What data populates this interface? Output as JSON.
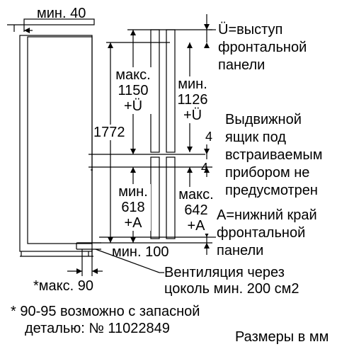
{
  "labels": {
    "min40": "мин. 40",
    "u_line1": "Ü=выступ",
    "u_line2": "фронтальной",
    "u_line3": "панели",
    "max1150_1": "макс.",
    "max1150_2": "1150",
    "max1150_3": "+Ü",
    "min1126_1": "мин.",
    "min1126_2": "1126",
    "min1126_3": "+Ü",
    "h1772": "1772",
    "drawer_1": "Выдвижной",
    "drawer_2": "ящик под",
    "drawer_3": "встраиваемым",
    "drawer_4": "прибором не",
    "drawer_5": "предусмотрен",
    "four_a": "4",
    "four_b": "4",
    "min618_1": "мин.",
    "min618_2": "618",
    "min618_3": "+A",
    "max642_1": "макс.",
    "max642_2": "642",
    "max642_3": "+A",
    "a_line1": "A=нижний край",
    "a_line2": "фронтальной",
    "a_line3": "панели",
    "min100": "мин. 100",
    "vent_1": "Вентиляция через",
    "vent_2": "цоколь мин. 200 см2",
    "max90": "*макс. 90",
    "footnote_1": "* 90-95 возможно с запасной",
    "footnote_2": "деталью: № 11022849",
    "units": "Размеры в мм"
  }
}
